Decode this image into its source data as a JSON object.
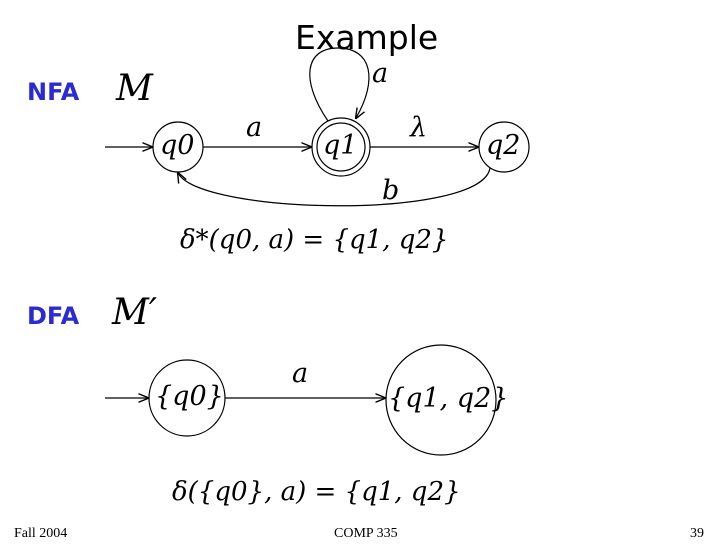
{
  "slide": {
    "title": "Example",
    "footer_left": "Fall 2004",
    "footer_center": "COMP 335",
    "page_number": "39"
  },
  "nfa": {
    "tag": "NFA",
    "machine": "M",
    "states": [
      "q0",
      "q1",
      "q2"
    ],
    "transitions": {
      "q0_q1": "a",
      "q1_loop": "a",
      "q1_q2": "λ",
      "q2_q0": "b"
    },
    "formula": "δ*(q0, a) = {q1, q2}"
  },
  "dfa": {
    "tag": "DFA",
    "machine": "M′",
    "states": [
      "{q0}",
      "{q1, q2}"
    ],
    "transition_label": "a",
    "formula": "δ({q0}, a) = {q1, q2}"
  },
  "colors": {
    "tag": "#2b2bd6",
    "ink": "#000000"
  }
}
